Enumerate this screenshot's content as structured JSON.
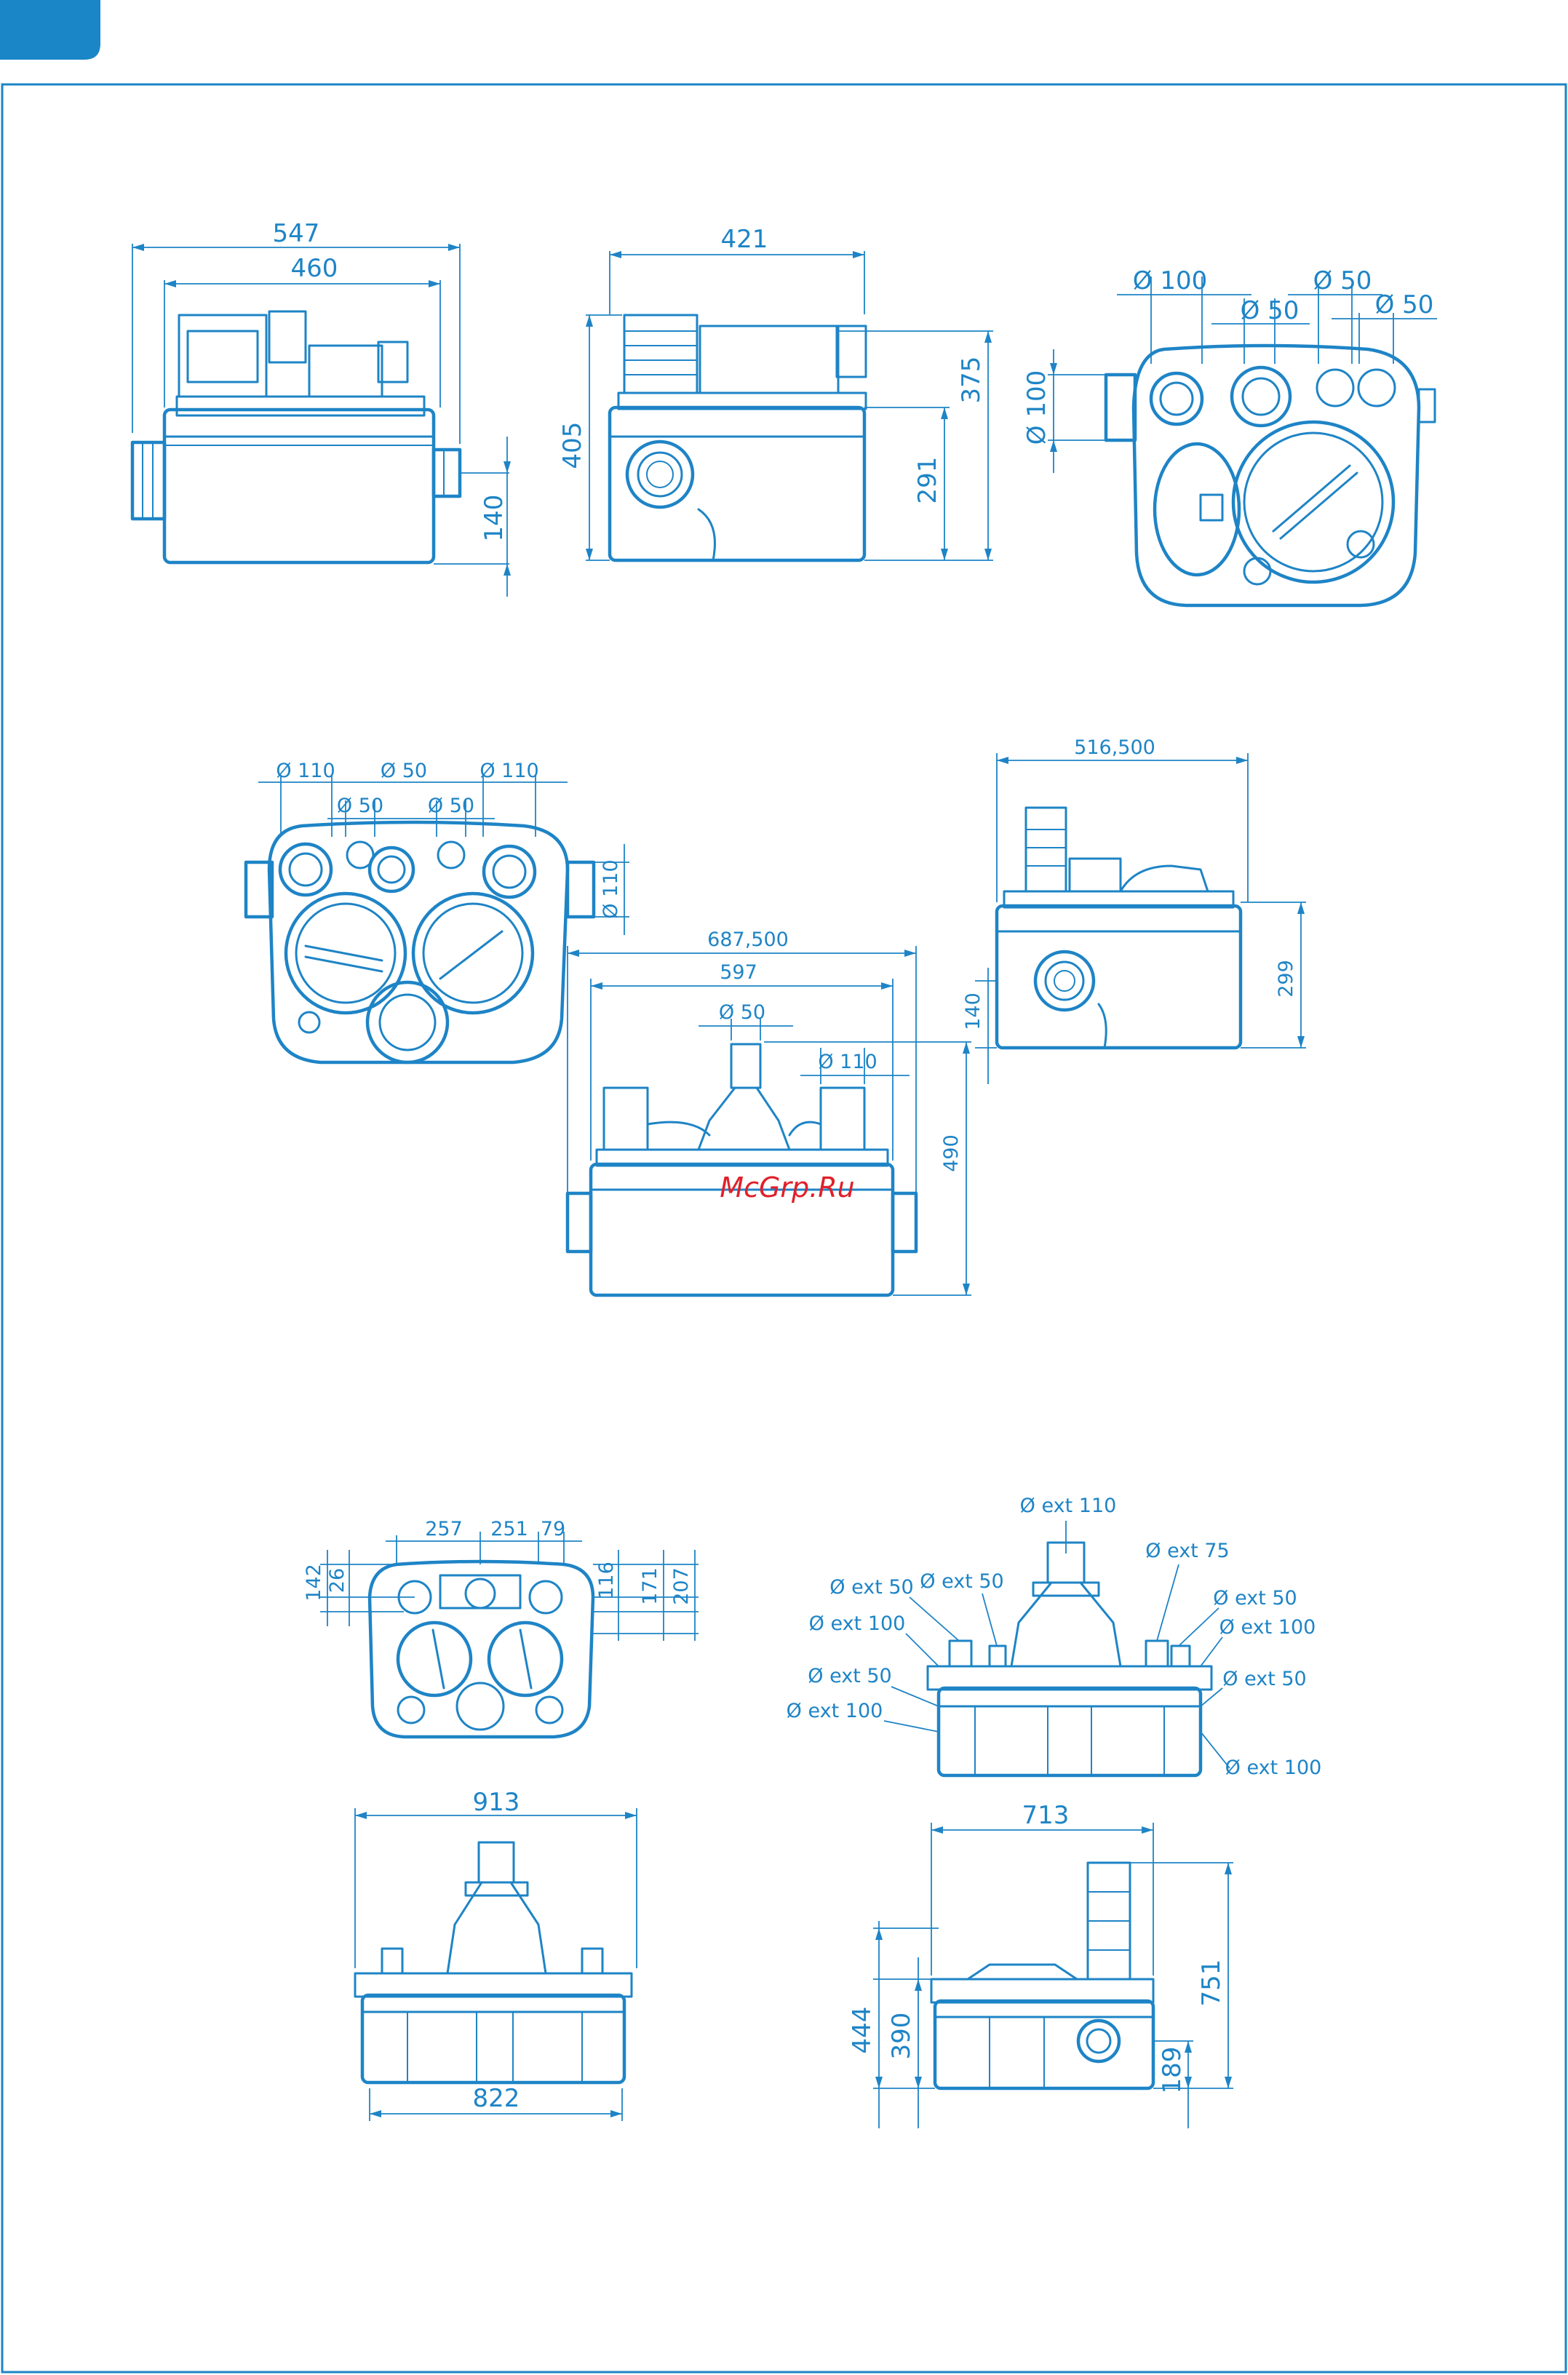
{
  "watermark": "McGrp.Ru",
  "colors": {
    "line": "#1e84c6",
    "watermark": "#e0202a",
    "corner_tab": "#1a86c8"
  },
  "views": {
    "v1": {
      "d547": "547",
      "d460": "460",
      "d140": "140"
    },
    "v2": {
      "d421": "421",
      "d405": "405",
      "d375": "375",
      "d291": "291"
    },
    "v3": {
      "d100a": "Ø 100",
      "d50a": "Ø 50",
      "d50b": "Ø 50",
      "d50c": "Ø 50",
      "d100b": "Ø 100"
    },
    "v4": {
      "d110a": "Ø 110",
      "d50a": "Ø 50",
      "d110b": "Ø 110",
      "d50b": "Ø 50",
      "d50c": "Ø 50",
      "d110c": "Ø 110"
    },
    "v5": {
      "d516": "516,500",
      "d299": "299",
      "d140": "140"
    },
    "v6": {
      "d687": "687,500",
      "d597": "597",
      "d50": "Ø 50",
      "d110": "Ø 110",
      "d490": "490"
    },
    "v7": {
      "d257": "257",
      "d251": "251",
      "d79": "79",
      "d142": "142",
      "d26": "26",
      "d116": "116",
      "d171": "171",
      "d207": "207"
    },
    "v8": {
      "ext110": "Ø ext 110",
      "ext75": "Ø ext 75",
      "ext50a": "Ø ext 50",
      "ext50b": "Ø ext 50",
      "ext50c": "Ø ext 50",
      "ext100a": "Ø ext 100",
      "ext100b": "Ø ext 100",
      "ext50d": "Ø ext 50",
      "ext50e": "Ø ext 50",
      "ext100c": "Ø ext 100",
      "ext100d": "Ø ext 100"
    },
    "v9": {
      "d913": "913",
      "d822": "822"
    },
    "v10": {
      "d713": "713",
      "d751": "751",
      "d444": "444",
      "d390": "390",
      "d189": "189"
    }
  }
}
